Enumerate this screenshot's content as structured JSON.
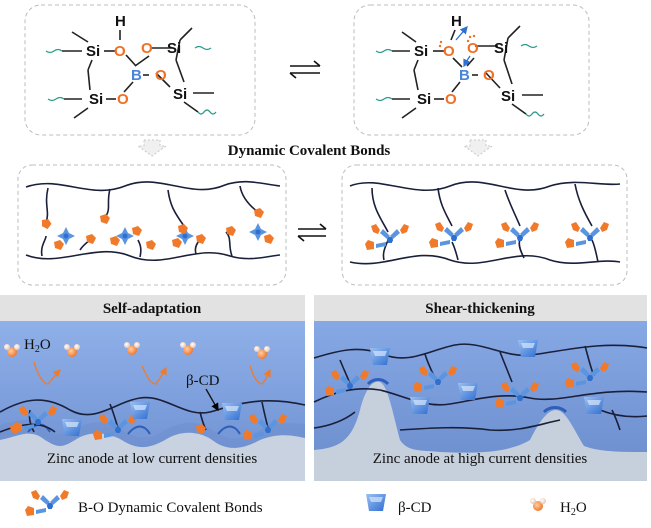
{
  "top_center_label": "Dynamic Covalent Bonds",
  "chem_atoms": {
    "si": "Si",
    "o": "O",
    "b": "B",
    "h": "H"
  },
  "panels": {
    "left_title": "Self-adaptation",
    "right_title": "Shear-thickening",
    "water_label": "H",
    "water_sub": "2",
    "water_o": "O",
    "cd_label": "β-CD",
    "left_anode": "Zinc anode at low current densities",
    "right_anode": "Zinc anode at high current densities"
  },
  "legend": {
    "bond_label": "B-O Dynamic Covalent Bonds",
    "cd_label": "β-CD",
    "water_h": "H",
    "water_sub": "2",
    "water_o": "O"
  },
  "colors": {
    "oxygen": "#f26f21",
    "boron": "#4a86d8",
    "connector": "#3d7fd6",
    "panel_bg": "#7f9fd8",
    "header_bg": "#e2e2e2",
    "anode": "#c6cfdc"
  }
}
